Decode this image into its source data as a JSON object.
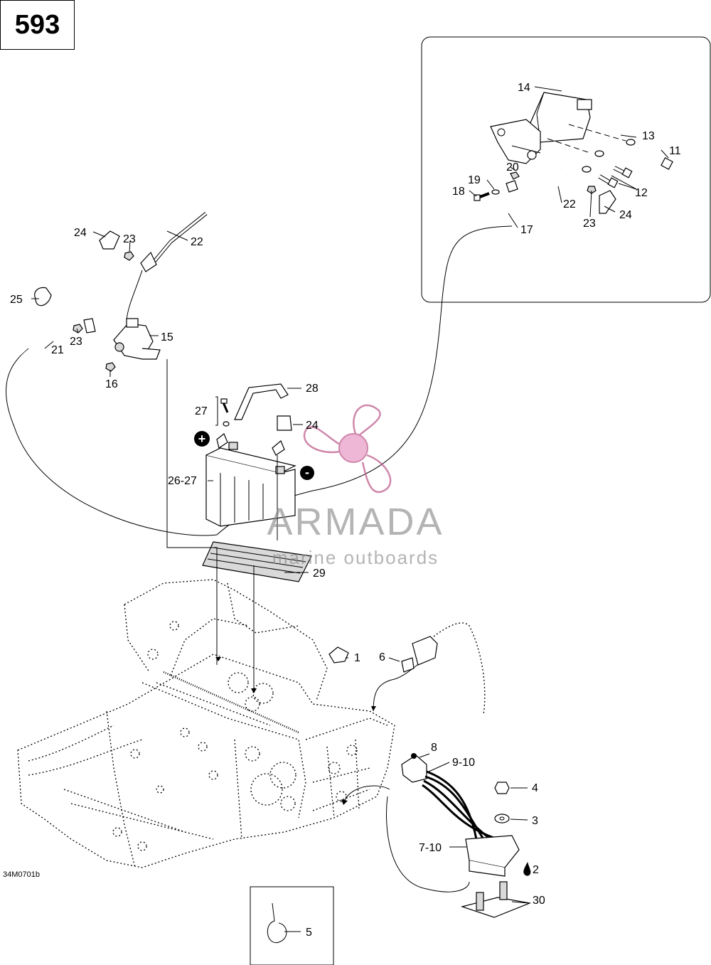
{
  "page_number": "593",
  "diagram_code": "34M0701b",
  "watermark": {
    "brand": "ARMADA",
    "tagline": "marine outboards"
  },
  "callouts": {
    "c1": "1",
    "c2": "2",
    "c3": "3",
    "c4": "4",
    "c5": "5",
    "c6": "6",
    "c7_10": "7-10",
    "c8": "8",
    "c9_10": "9-10",
    "c11": "11",
    "c12": "12",
    "c13": "13",
    "c14": "14",
    "c15": "15",
    "c16": "16",
    "c17": "17",
    "c18": "18",
    "c19": "19",
    "c20": "20",
    "c21": "21",
    "c22_top": "22",
    "c22_inset": "22",
    "c23_top": "23",
    "c23_mid": "23",
    "c23_inset": "23",
    "c24_top": "24",
    "c24_mid": "24",
    "c24_inset": "24",
    "c25": "25",
    "c26_27": "26-27",
    "c27": "27",
    "c28": "28",
    "c29": "29",
    "c30": "30"
  },
  "symbols": {
    "positive": "+",
    "negative": "-"
  },
  "icons": [
    "plus-terminal-icon",
    "minus-terminal-icon",
    "oil-drop-icon",
    "propeller-logo-icon"
  ]
}
